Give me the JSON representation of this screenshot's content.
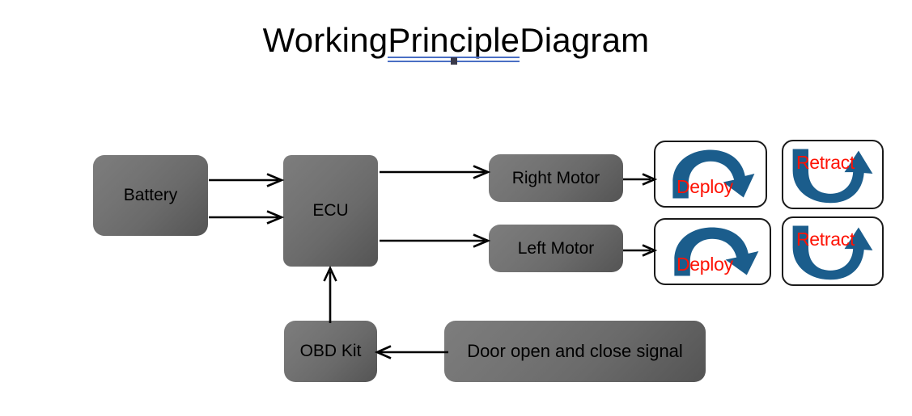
{
  "page": {
    "title_prefix": "Working ",
    "title_flagged_word": "Principle",
    "title_suffix": " Diagram",
    "background": "#ffffff"
  },
  "colors": {
    "box_fill_light": "#7d7d7d",
    "box_fill_dark": "#545454",
    "arrow_blue": "#1b5d8c",
    "caption_red": "#fe1204",
    "spellcheck_underline": "#4a6fc4",
    "connector_black": "#000000"
  },
  "nodes": {
    "battery": "Battery",
    "ecu": "ECU",
    "right_motor": "Right Motor",
    "left_motor": "Left Motor",
    "obd_kit": "OBD Kit",
    "door_signal": "Door open and close signal"
  },
  "icons": {
    "deploy_top": "Deploy",
    "retract_top": "Retract",
    "deploy_bottom": "Deploy",
    "retract_bottom": "Retract"
  },
  "connectors": [
    {
      "name": "battery-to-ecu-upper",
      "from": "Battery",
      "to": "ECU",
      "direction": "right"
    },
    {
      "name": "battery-to-ecu-lower",
      "from": "Battery",
      "to": "ECU",
      "direction": "right"
    },
    {
      "name": "ecu-to-right-motor",
      "from": "ECU",
      "to": "Right Motor",
      "direction": "right"
    },
    {
      "name": "ecu-to-left-motor",
      "from": "ECU",
      "to": "Left Motor",
      "direction": "right"
    },
    {
      "name": "right-motor-to-deploy",
      "from": "Right Motor",
      "to": "Deploy",
      "direction": "right"
    },
    {
      "name": "left-motor-to-deploy",
      "from": "Left Motor",
      "to": "Deploy",
      "direction": "right"
    },
    {
      "name": "obd-kit-to-ecu",
      "from": "OBD Kit",
      "to": "ECU",
      "direction": "up"
    },
    {
      "name": "door-signal-to-obd-kit",
      "from": "Door open and close signal",
      "to": "OBD Kit",
      "direction": "left"
    }
  ]
}
